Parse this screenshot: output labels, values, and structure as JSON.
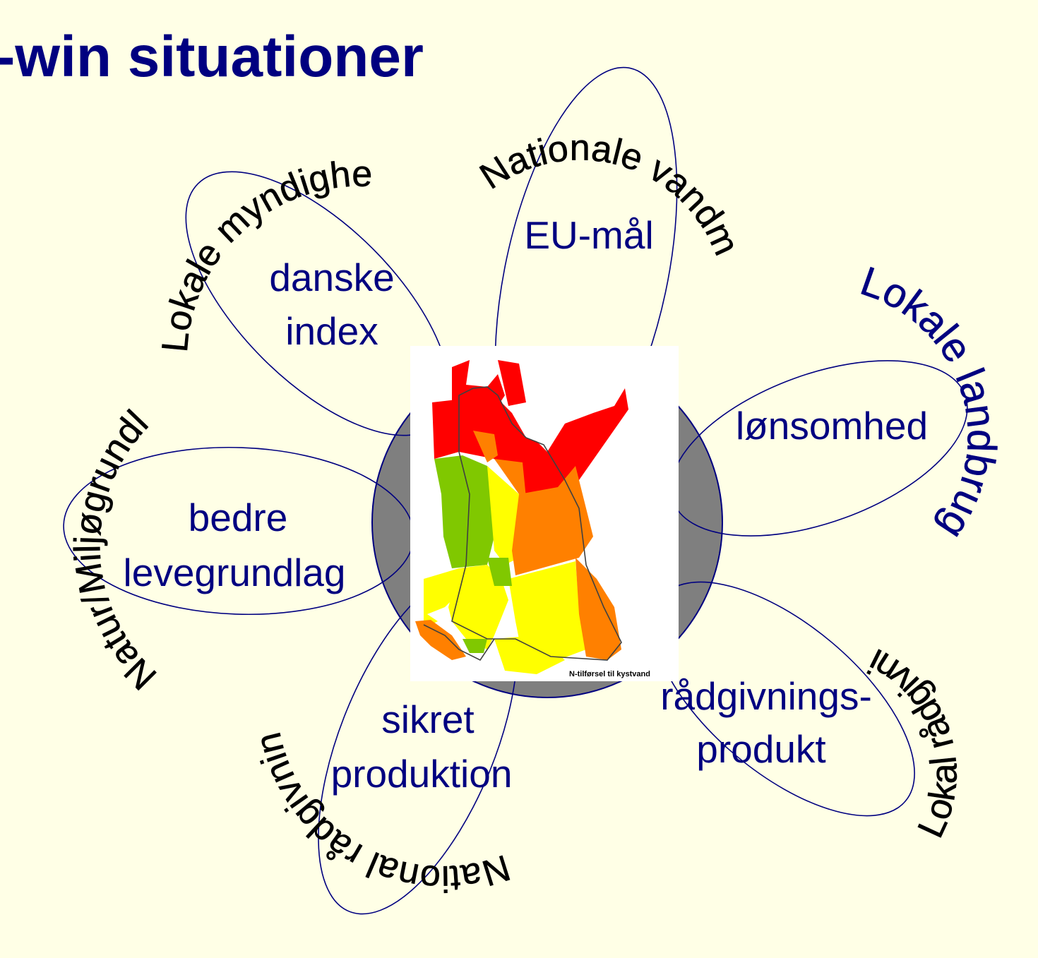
{
  "title": "-win situationer",
  "colors": {
    "background": "#FFFFE6",
    "title": "#000080",
    "petal_outline": "#000080",
    "center_disc": "#7F7F7F",
    "map_red": "#FF0000",
    "map_orange": "#FF8000",
    "map_yellow": "#FFFF00",
    "map_green": "#80C800"
  },
  "petals": {
    "top_left": {
      "inner_line1": "danske",
      "inner_line2": "index",
      "outer": "Lokale myndigheder"
    },
    "top": {
      "inner": "EU-mål",
      "outer": "Nationale vandmyndigheder"
    },
    "right": {
      "inner": "lønsomhed",
      "outer": "Lokale landbrug"
    },
    "left": {
      "inner_line1": "bedre",
      "inner_line2": "levegrundlag",
      "outer": "Natur/Miljøgrundlag"
    },
    "bottom": {
      "inner_line1": "sikret",
      "inner_line2": "produktion",
      "outer": "National rådgivning"
    },
    "bottom_right": {
      "inner_line1": "rådgivnings-",
      "inner_line2": "produkt",
      "outer": "Lokal rådgivning"
    }
  },
  "map": {
    "caption": "N-tilførsel til kystvand"
  }
}
